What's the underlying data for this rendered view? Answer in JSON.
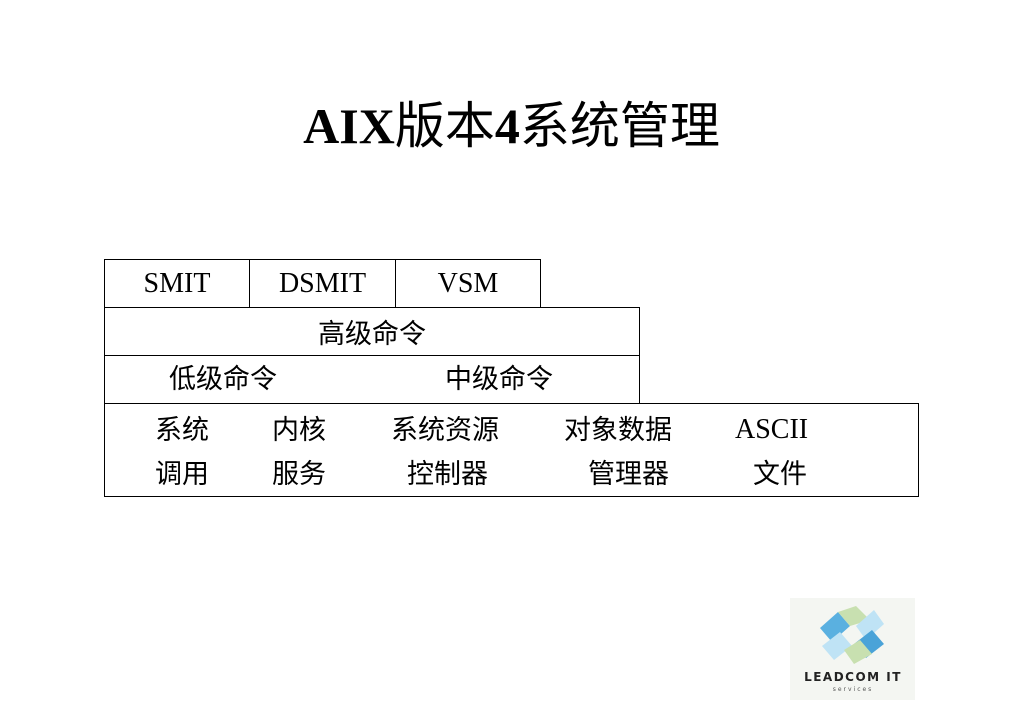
{
  "title": {
    "latin_a": "AIX",
    "cjk_a": "版本",
    "latin_b": "4",
    "cjk_b": "系统管理"
  },
  "top_row": [
    "SMIT",
    "DSMIT",
    "VSM"
  ],
  "high_level": "高级命令",
  "low_level": "低级命令",
  "mid_level": "中级命令",
  "bottom": {
    "col1": [
      "系统",
      "调用"
    ],
    "col2": [
      "内核",
      "服务"
    ],
    "col3": [
      "系统资源",
      "控制器"
    ],
    "col4": [
      "对象数据",
      "管理器"
    ],
    "col5": [
      "ASCII",
      "文件"
    ]
  },
  "logo": {
    "name": "LEADCOM IT",
    "sub": "services"
  },
  "colors": {
    "logo_blue": "#4aa3d8",
    "logo_light": "#bfe3f5",
    "logo_green": "#c8e0b0"
  }
}
